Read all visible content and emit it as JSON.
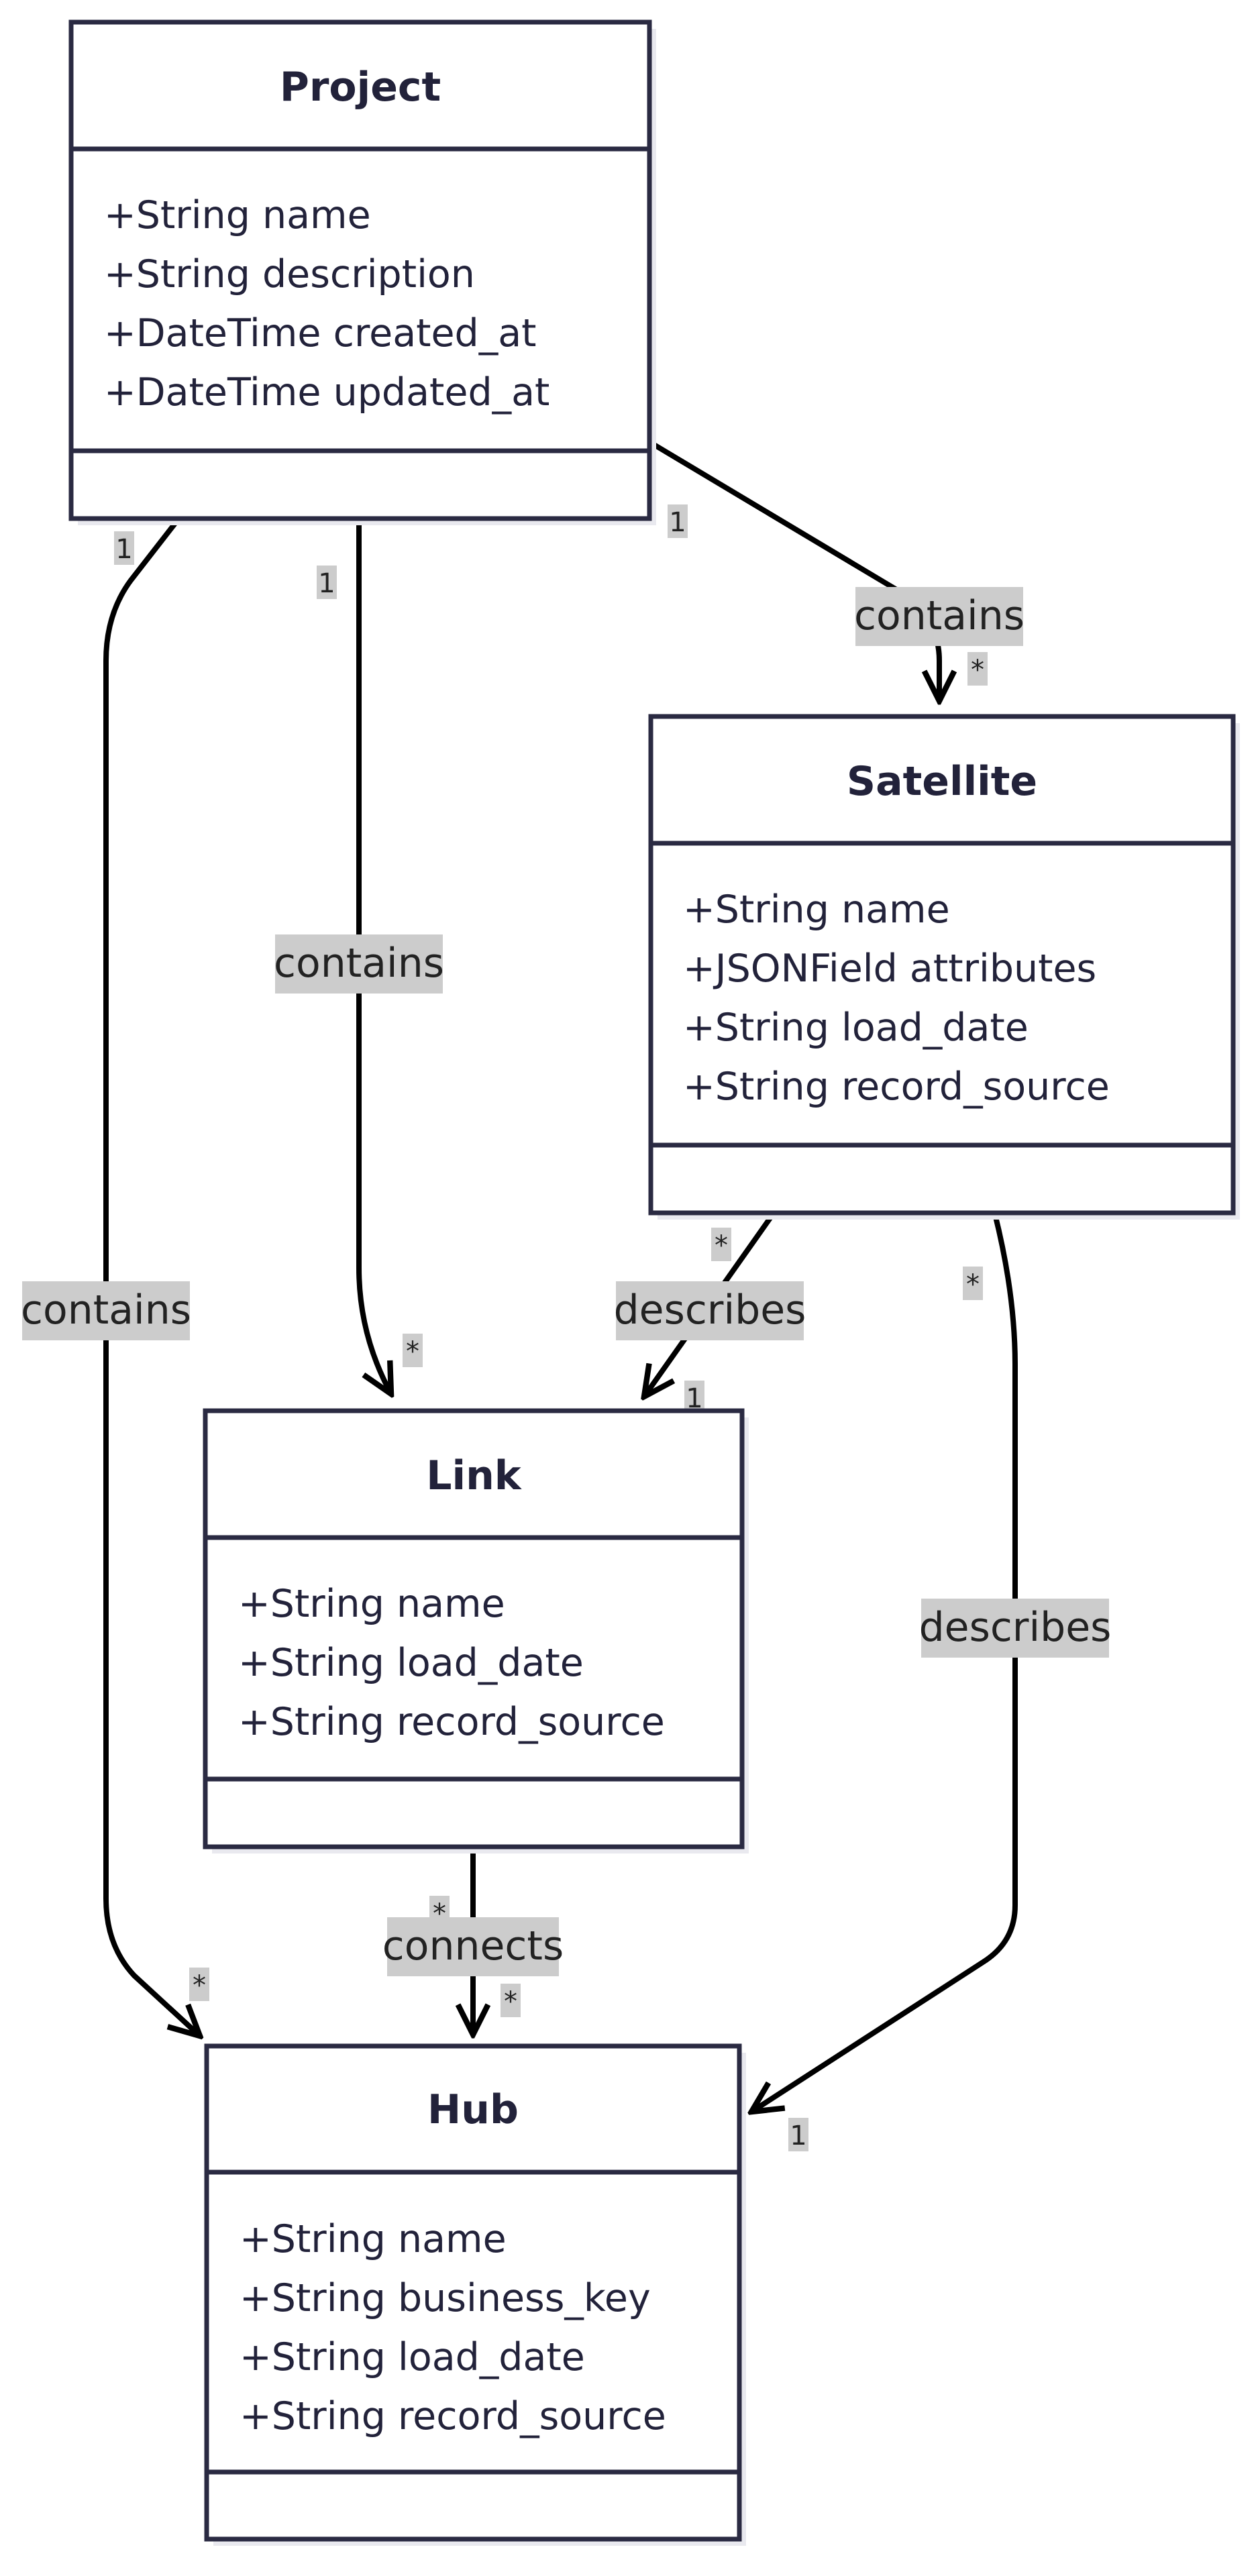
{
  "classes": {
    "project": {
      "name": "Project",
      "attributes": [
        "+String name",
        "+String description",
        "+DateTime created_at",
        "+DateTime updated_at"
      ]
    },
    "satellite": {
      "name": "Satellite",
      "attributes": [
        "+String name",
        "+JSONField attributes",
        "+String load_date",
        "+String record_source"
      ]
    },
    "link": {
      "name": "Link",
      "attributes": [
        "+String name",
        "+String load_date",
        "+String record_source"
      ]
    },
    "hub": {
      "name": "Hub",
      "attributes": [
        "+String name",
        "+String business_key",
        "+String load_date",
        "+String record_source"
      ]
    }
  },
  "relations": [
    {
      "id": "project-hub",
      "from": "Project",
      "to": "Hub",
      "label": "contains",
      "from_mult": "1",
      "to_mult": "*"
    },
    {
      "id": "project-link",
      "from": "Project",
      "to": "Link",
      "label": "contains",
      "from_mult": "1",
      "to_mult": "*"
    },
    {
      "id": "project-satellite",
      "from": "Project",
      "to": "Satellite",
      "label": "contains",
      "from_mult": "1",
      "to_mult": "*"
    },
    {
      "id": "satellite-link",
      "from": "Satellite",
      "to": "Link",
      "label": "describes",
      "from_mult": "*",
      "to_mult": "1"
    },
    {
      "id": "satellite-hub",
      "from": "Satellite",
      "to": "Hub",
      "label": "describes",
      "from_mult": "*",
      "to_mult": "1"
    },
    {
      "id": "link-hub",
      "from": "Link",
      "to": "Hub",
      "label": "connects",
      "from_mult": "*",
      "to_mult": "*"
    }
  ]
}
